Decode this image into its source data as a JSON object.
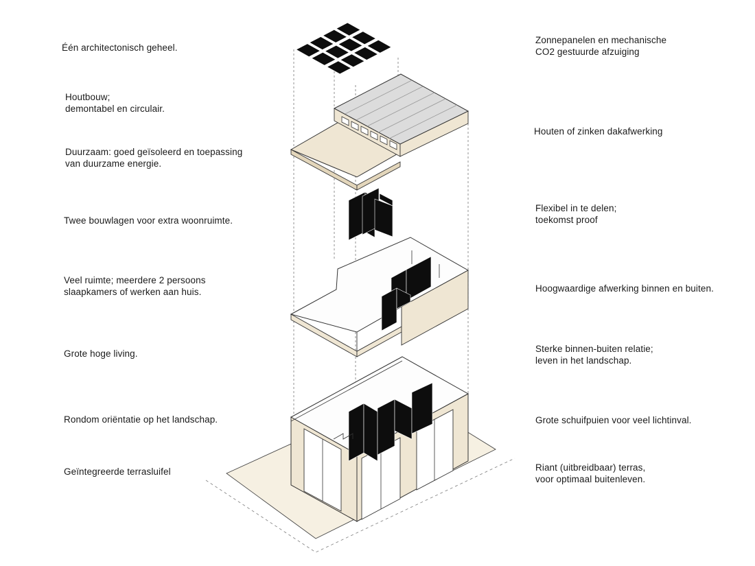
{
  "left_labels": [
    "Één architectonisch geheel.",
    "Houtbouw;\ndemontabel en circulair.",
    "Duurzaam: goed geïsoleerd en toepassing\nvan duurzame energie.",
    "Twee bouwlagen voor extra woonruimte.",
    "Veel ruimte; meerdere 2 persoons\nslaapkamers of werken aan huis.",
    "Grote hoge living.",
    "Rondom oriëntatie op het landschap.",
    "Geïntegreerde terrasluifel"
  ],
  "right_labels": [
    "Zonnepanelen en mechanische\nCO2 gestuurde afzuiging",
    "Houten of zinken dakafwerking",
    "Flexibel in te delen;\ntoekomst proof",
    "Hoogwaardige afwerking binnen en buiten.",
    "Sterke binnen-buiten relatie;\nleven in het landschap.",
    "Grote schuifpuien voor veel lichtinval.",
    "Riant (uitbreidbaar) terras,\nvoor optimaal buitenleven."
  ],
  "colors": {
    "wood": "#efe6d3",
    "wood_dark": "#e3d6bb",
    "roof": "#dcdcdc",
    "panel": "#0d0d0d",
    "line": "#333333",
    "terrace": "#f6f0e2"
  }
}
